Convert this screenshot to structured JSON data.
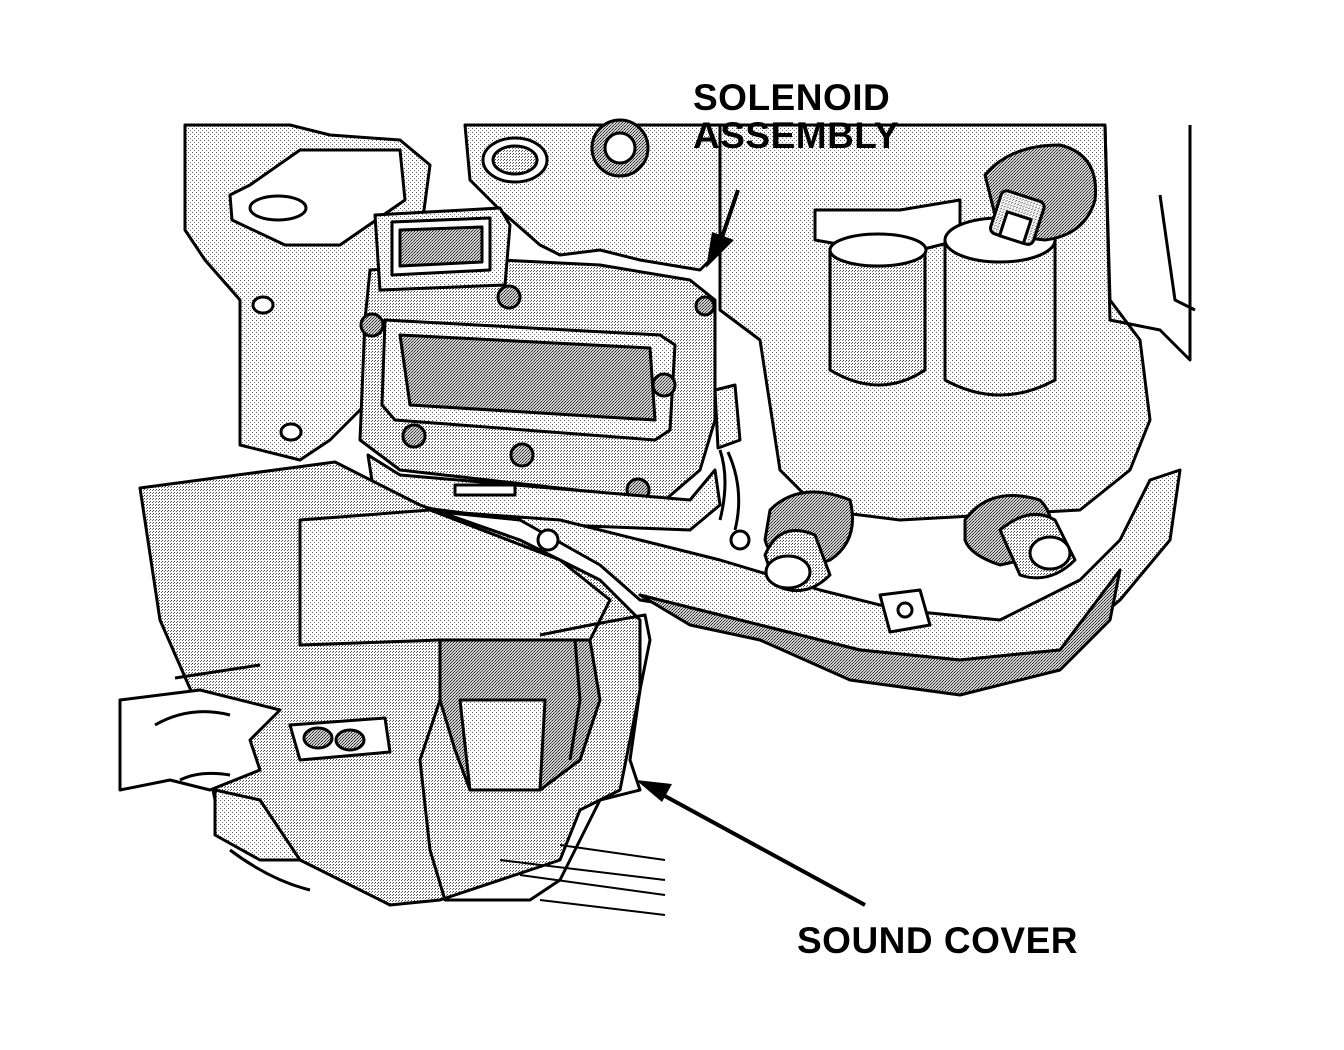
{
  "labels": {
    "solenoid_line1": "SOLENOID",
    "solenoid_line2": "ASSEMBLY",
    "sound_cover": "SOUND COVER"
  },
  "colors": {
    "ink": "#000000",
    "stipple_light": "#d9d9d9",
    "stipple_mid": "#bdbdbd",
    "stipple_dark": "#9a9a9a",
    "paper": "#ffffff"
  }
}
